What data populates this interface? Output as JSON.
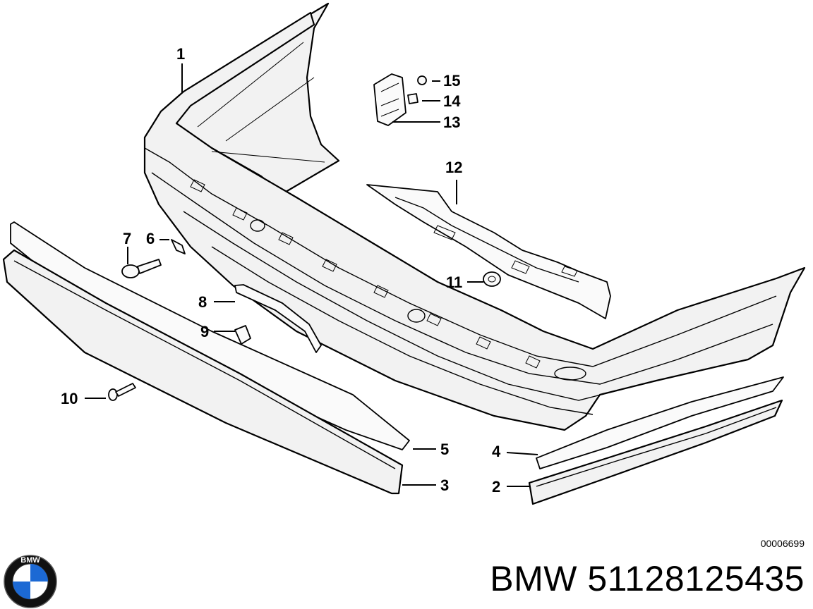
{
  "diagram": {
    "callouts": [
      {
        "id": "1",
        "label": "1"
      },
      {
        "id": "2",
        "label": "2"
      },
      {
        "id": "3",
        "label": "3"
      },
      {
        "id": "4",
        "label": "4"
      },
      {
        "id": "5",
        "label": "5"
      },
      {
        "id": "6",
        "label": "6"
      },
      {
        "id": "7",
        "label": "7"
      },
      {
        "id": "8",
        "label": "8"
      },
      {
        "id": "9",
        "label": "9"
      },
      {
        "id": "10",
        "label": "10"
      },
      {
        "id": "11",
        "label": "11"
      },
      {
        "id": "12",
        "label": "12"
      },
      {
        "id": "13",
        "label": "13"
      },
      {
        "id": "14",
        "label": "14"
      },
      {
        "id": "15",
        "label": "15"
      }
    ],
    "drawing_code": "00006699"
  },
  "footer": {
    "part_title": "BMW 51128125435",
    "logo_text": "BMW"
  },
  "colors": {
    "line": "#000000",
    "background": "#ffffff",
    "logo_blue": "#1c69d4",
    "logo_ring": "#111111"
  }
}
